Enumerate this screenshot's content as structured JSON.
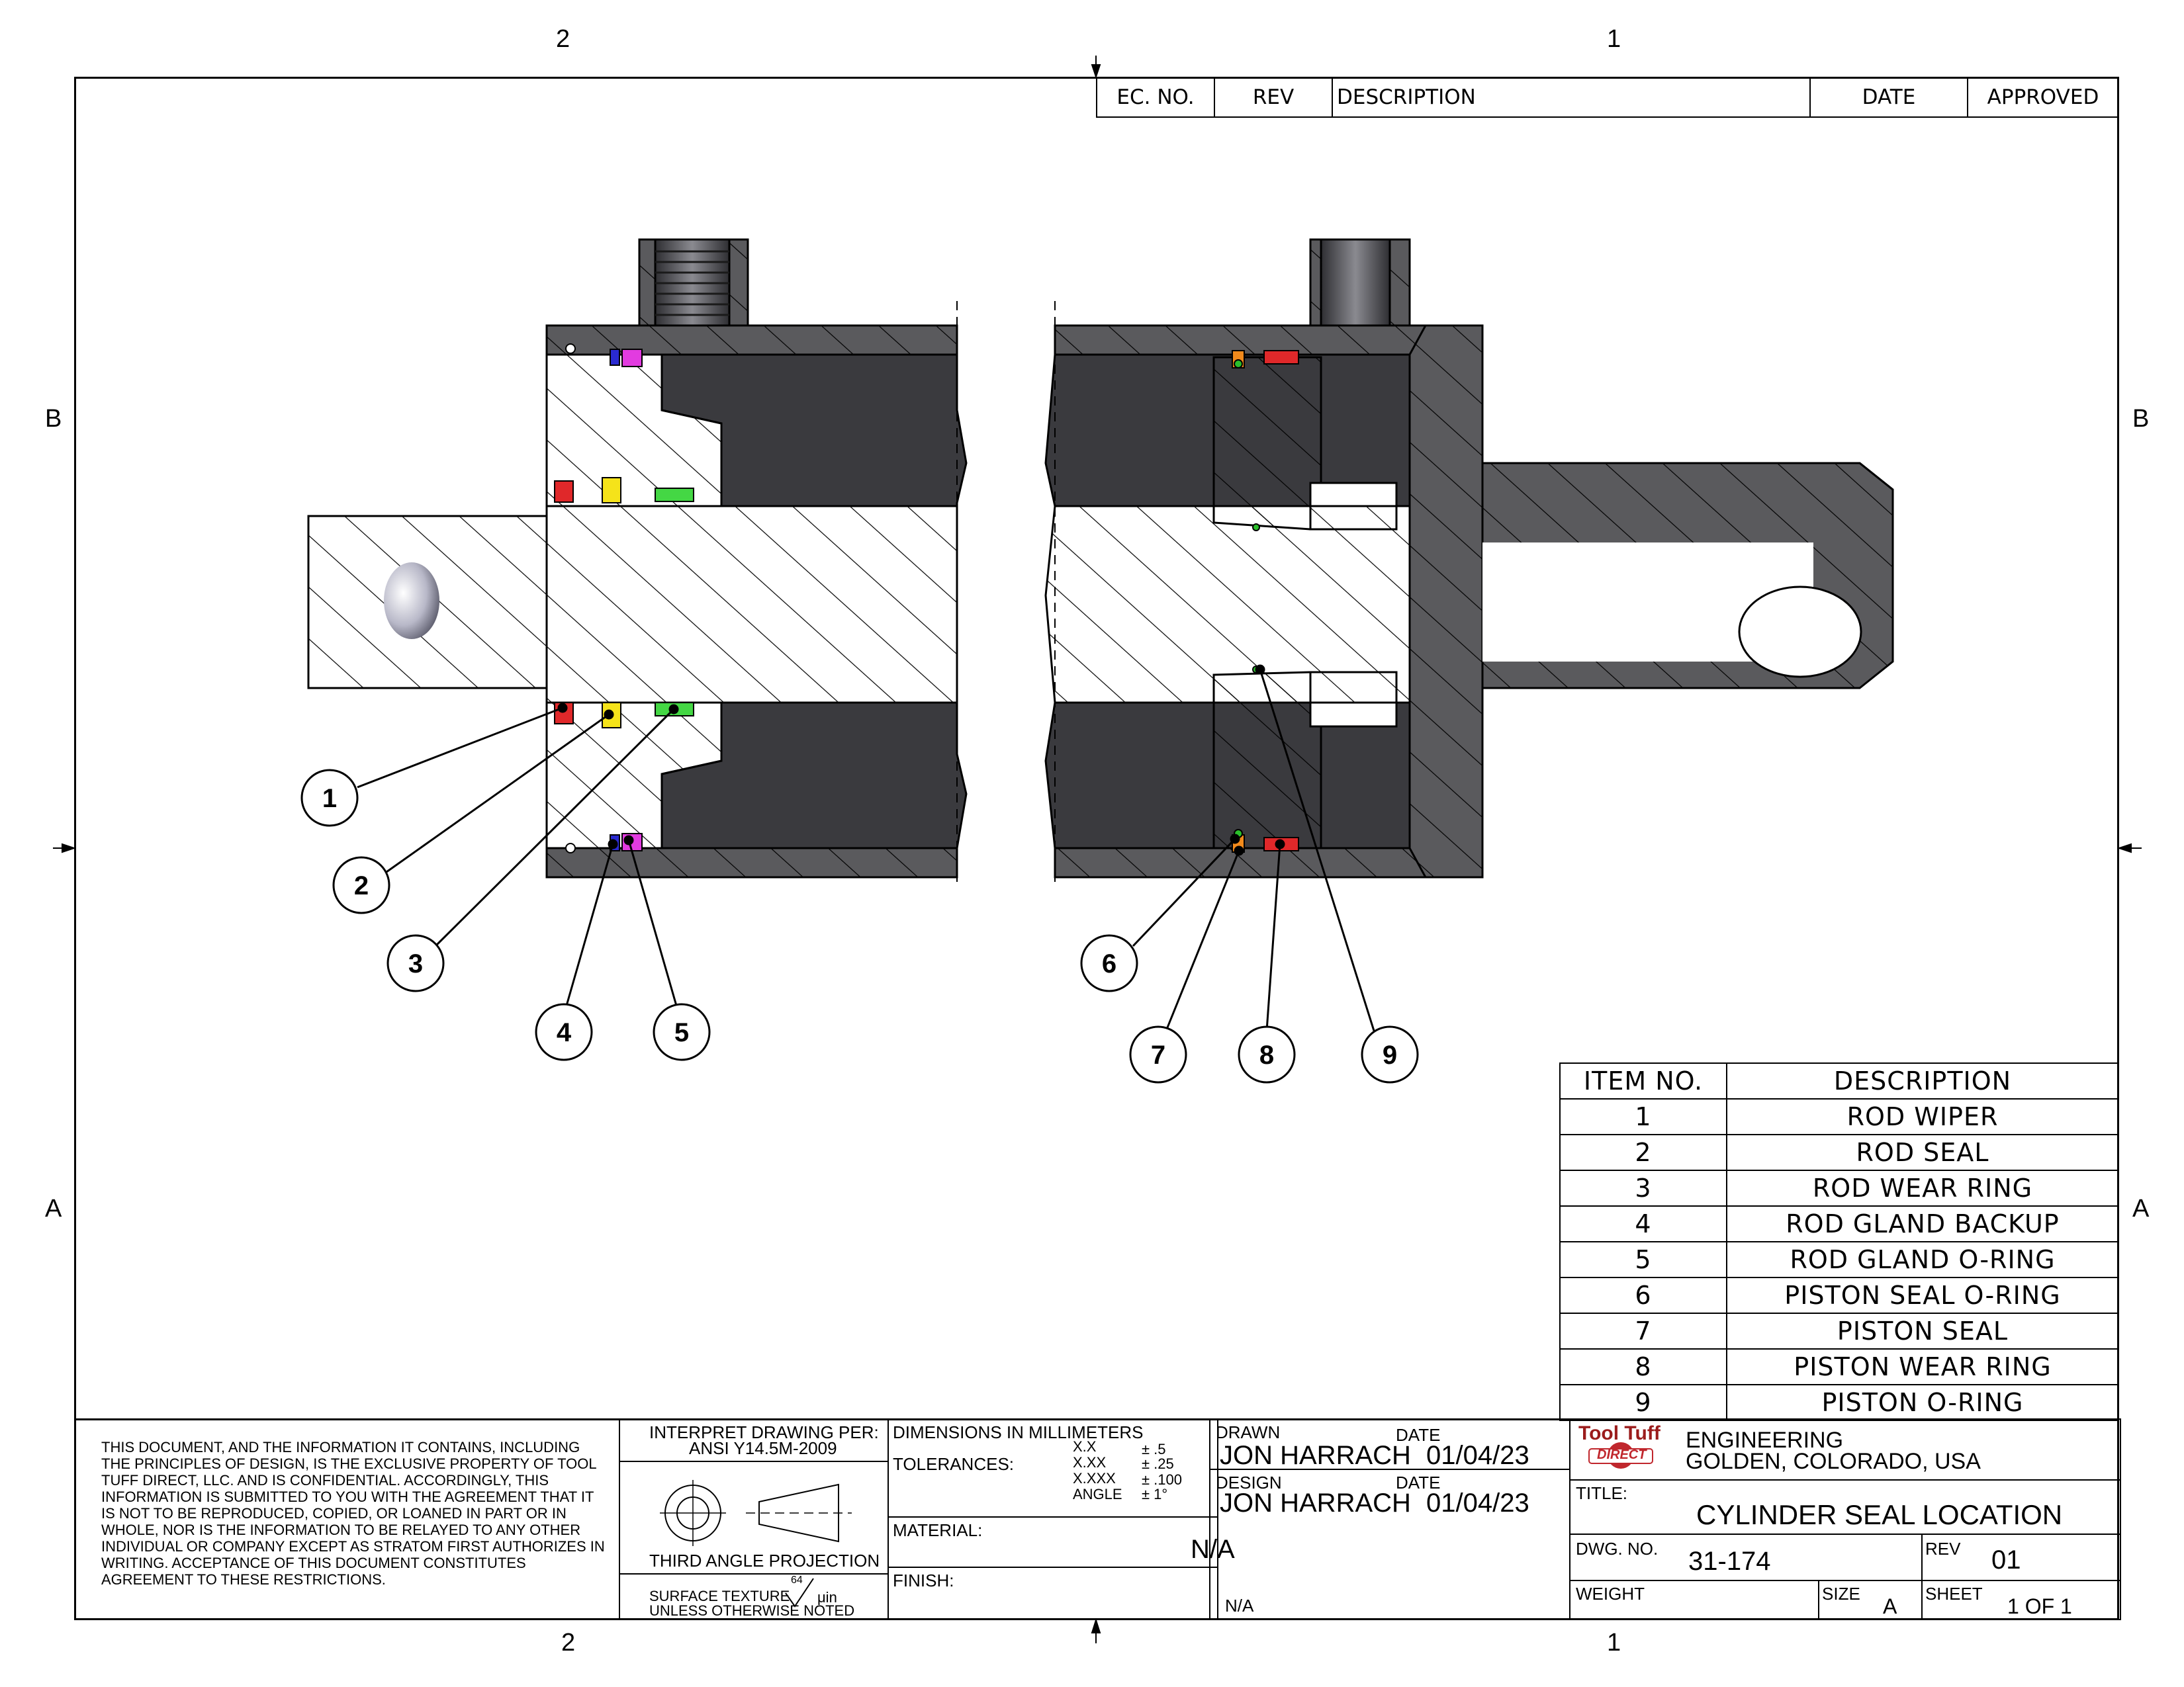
{
  "zones": {
    "top": [
      "2",
      "1"
    ],
    "bottom": [
      "2",
      "1"
    ],
    "left": [
      "B",
      "A"
    ],
    "right": [
      "B",
      "A"
    ]
  },
  "revision_block": {
    "headers": [
      "EC. NO.",
      "REV",
      "DESCRIPTION",
      "DATE",
      "APPROVED"
    ]
  },
  "balloons": [
    "1",
    "2",
    "3",
    "4",
    "5",
    "6",
    "7",
    "8",
    "9"
  ],
  "bom": {
    "headers": [
      "ITEM NO.",
      "DESCRIPTION"
    ],
    "rows": [
      {
        "no": "1",
        "desc": "ROD WIPER"
      },
      {
        "no": "2",
        "desc": "ROD SEAL"
      },
      {
        "no": "3",
        "desc": "ROD WEAR RING"
      },
      {
        "no": "4",
        "desc": "ROD GLAND BACKUP"
      },
      {
        "no": "5",
        "desc": "ROD GLAND O-RING"
      },
      {
        "no": "6",
        "desc": "PISTON SEAL O-RING"
      },
      {
        "no": "7",
        "desc": "PISTON SEAL"
      },
      {
        "no": "8",
        "desc": "PISTON WEAR RING"
      },
      {
        "no": "9",
        "desc": "PISTON O-RING"
      }
    ]
  },
  "seal_colors": {
    "wiper": "#e0282a",
    "rod_seal": "#f5e31a",
    "rod_wear_ring": "#44d744",
    "gland_backup": "#2a2ad0",
    "gland_oring": "#e23be0",
    "piston_seal_oring": "#2bbf2b",
    "piston_seal": "#f28a1c",
    "piston_wear_ring": "#e0282a",
    "piston_oring": "#2bbf2b",
    "body": "#58585b"
  },
  "title_block": {
    "notice": "THIS DOCUMENT, AND THE INFORMATION IT CONTAINS, INCLUDING THE PRINCIPLES OF DESIGN, IS THE EXCLUSIVE PROPERTY OF TOOL TUFF DIRECT, LLC. AND IS CONFIDENTIAL. ACCORDINGLY, THIS INFORMATION IS SUBMITTED TO YOU WITH THE AGREEMENT THAT IT IS NOT TO BE REPRODUCED, COPIED, OR LOANED IN PART OR IN WHOLE, NOR IS THE INFORMATION TO BE RELAYED TO ANY OTHER INDIVIDUAL OR COMPANY EXCEPT AS STRATOM FIRST AUTHORIZES IN WRITING. ACCEPTANCE OF THIS DOCUMENT CONSTITUTES AGREEMENT TO THESE RESTRICTIONS.",
    "interpret_line1": "INTERPRET DRAWING PER:",
    "interpret_line2": "ANSI Y14.5M-2009",
    "projection": "THIRD ANGLE PROJECTION",
    "surface_line1": "SURFACE TEXTURE",
    "surface_line2": "UNLESS OTHERWISE NOTED",
    "surface_value": "64",
    "surface_unit": "μin",
    "dimensions": "DIMENSIONS IN MILLIMETERS",
    "tolerances_label": "TOLERANCES:",
    "tolerances": [
      {
        "fmt": "X.X",
        "val": "± .5"
      },
      {
        "fmt": "X.XX",
        "val": "± .25"
      },
      {
        "fmt": "X.XXX",
        "val": "± .100"
      },
      {
        "fmt": "ANGLE",
        "val": "± 1°"
      }
    ],
    "material_label": "MATERIAL:",
    "material": "N/A",
    "finish_label": "FINISH:",
    "finish": "N/A",
    "drawn_label": "DRAWN",
    "drawn_by": "JON HARRACH",
    "design_label": "DESIGN",
    "design_by": "JON HARRACH",
    "date_label": "DATE",
    "drawn_date": "01/04/23",
    "design_date": "01/04/23",
    "logo_top": "Tool Tuff",
    "logo_bottom": "DIRECT",
    "company_line1": "ENGINEERING",
    "company_line2": "GOLDEN, COLORADO, USA",
    "title_label": "TITLE:",
    "title": "CYLINDER SEAL LOCATION",
    "dwg_label": "DWG. NO.",
    "dwg_no": "31-174",
    "rev_label": "REV",
    "rev": "01",
    "weight_label": "WEIGHT",
    "size_label": "SIZE",
    "size": "A",
    "sheet_label": "SHEET",
    "sheet": "1 OF 1"
  }
}
